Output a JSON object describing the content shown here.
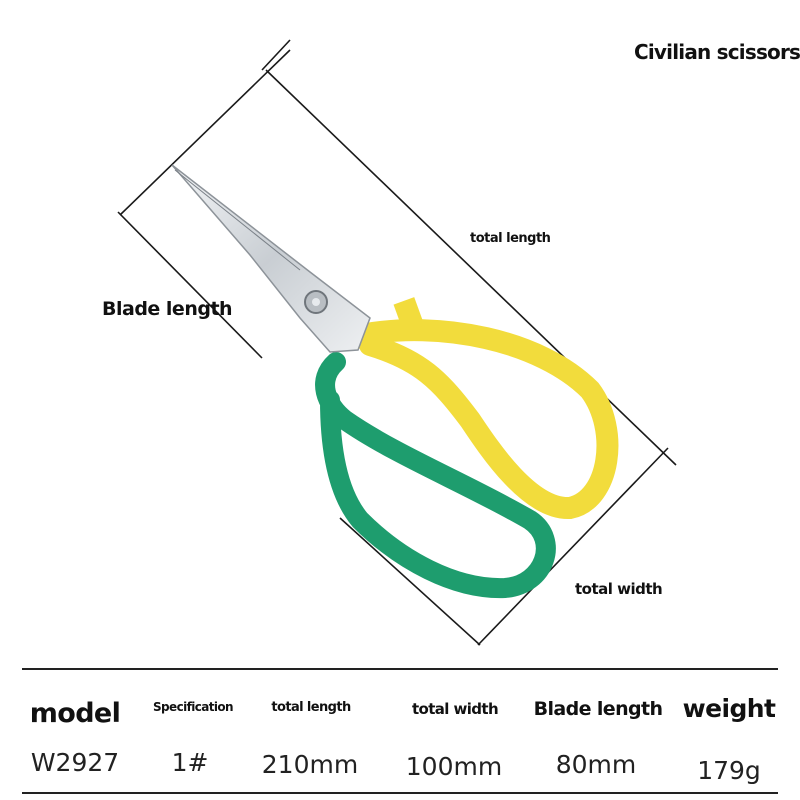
{
  "product_title": "Civilian scissors",
  "dimension_labels": {
    "blade_length": "Blade length",
    "total_length": "total length",
    "total_width": "total width"
  },
  "colors": {
    "yellow_handle": "#f2dc3c",
    "green_handle": "#1e9d6e",
    "blade": "#d8dce0",
    "lines": "#1a1a1a"
  },
  "spec_table": {
    "headers": [
      "model",
      "Specification",
      "total length",
      "total width",
      "Blade length",
      "weight"
    ],
    "values": [
      "W2927",
      "1#",
      "210mm",
      "100mm",
      "80mm",
      "179g"
    ]
  }
}
